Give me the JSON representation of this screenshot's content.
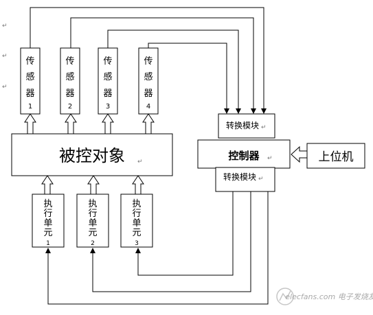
{
  "sensors": [
    {
      "chars": [
        "传",
        "感",
        "器",
        "1"
      ]
    },
    {
      "chars": [
        "传",
        "感",
        "器",
        "2"
      ]
    },
    {
      "chars": [
        "传",
        "感",
        "器",
        "3"
      ]
    },
    {
      "chars": [
        "传",
        "感",
        "器",
        "4"
      ]
    }
  ],
  "controlled_object": "被控对象",
  "actuators": [
    {
      "chars": [
        "执",
        "行",
        "单",
        "元",
        "1"
      ]
    },
    {
      "chars": [
        "执",
        "行",
        "单",
        "元",
        "2"
      ]
    },
    {
      "chars": [
        "执",
        "行",
        "单",
        "元",
        "3"
      ]
    }
  ],
  "conversion_module_top": "转换模块",
  "controller": "控制器",
  "conversion_module_bottom": "转换模块",
  "host_computer": "上位机",
  "watermark": "elecfans.com 电子发烧友",
  "paragraph_mark": "↵"
}
